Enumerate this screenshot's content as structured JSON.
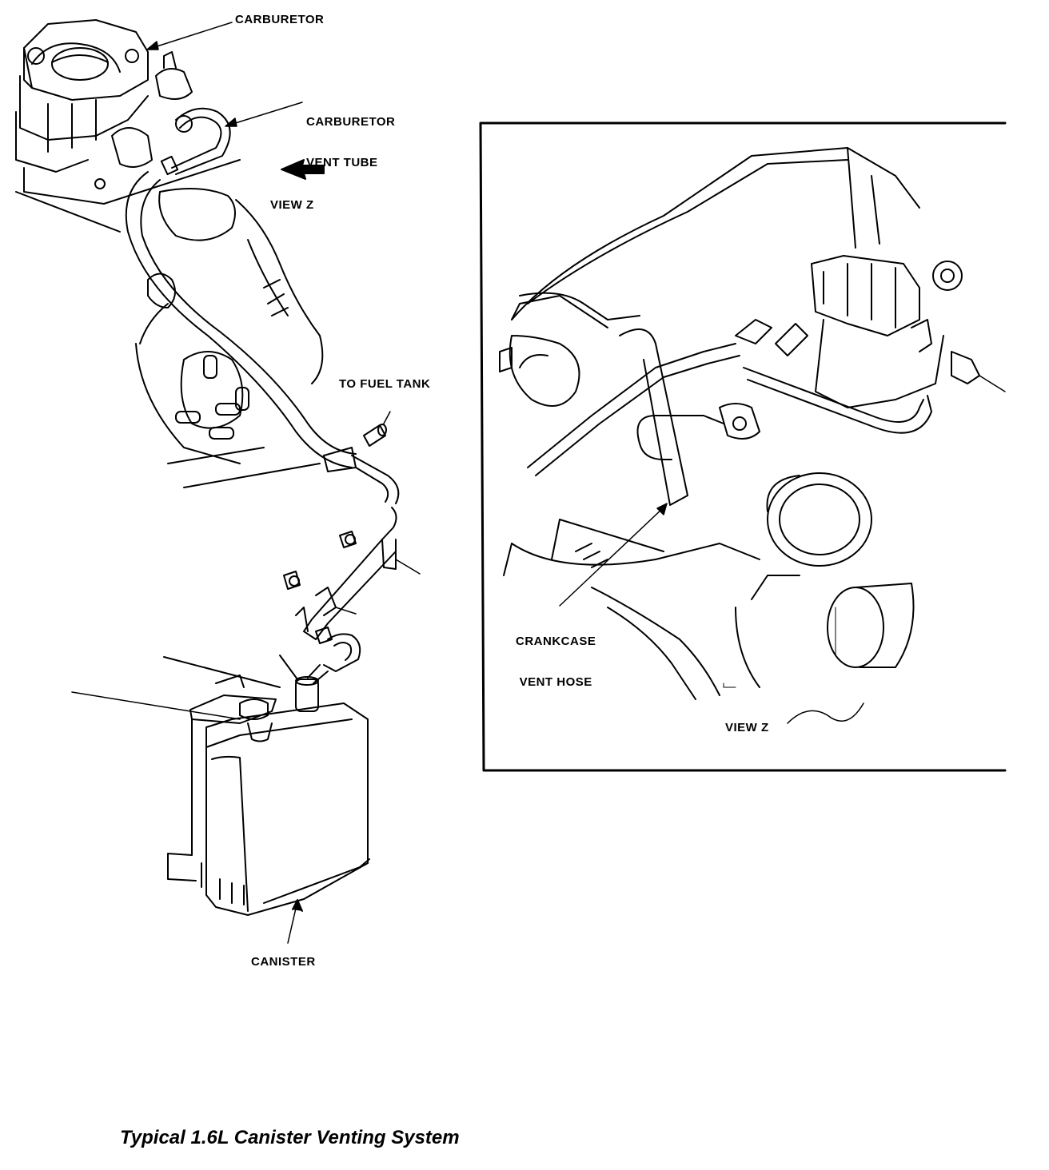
{
  "labels": {
    "carburetor": "CARBURETOR",
    "carburetor_vent_tube_line1": "CARBURETOR",
    "carburetor_vent_tube_line2": "VENT TUBE",
    "view_z_arrow": "VIEW Z",
    "to_fuel_tank": "TO FUEL TANK",
    "canister": "CANISTER",
    "crankcase_vent_hose_line1": "CRANKCASE",
    "crankcase_vent_hose_line2": "VENT HOSE",
    "view_z_inset": "VIEW Z"
  },
  "caption": "Typical 1.6L Canister Venting System"
}
